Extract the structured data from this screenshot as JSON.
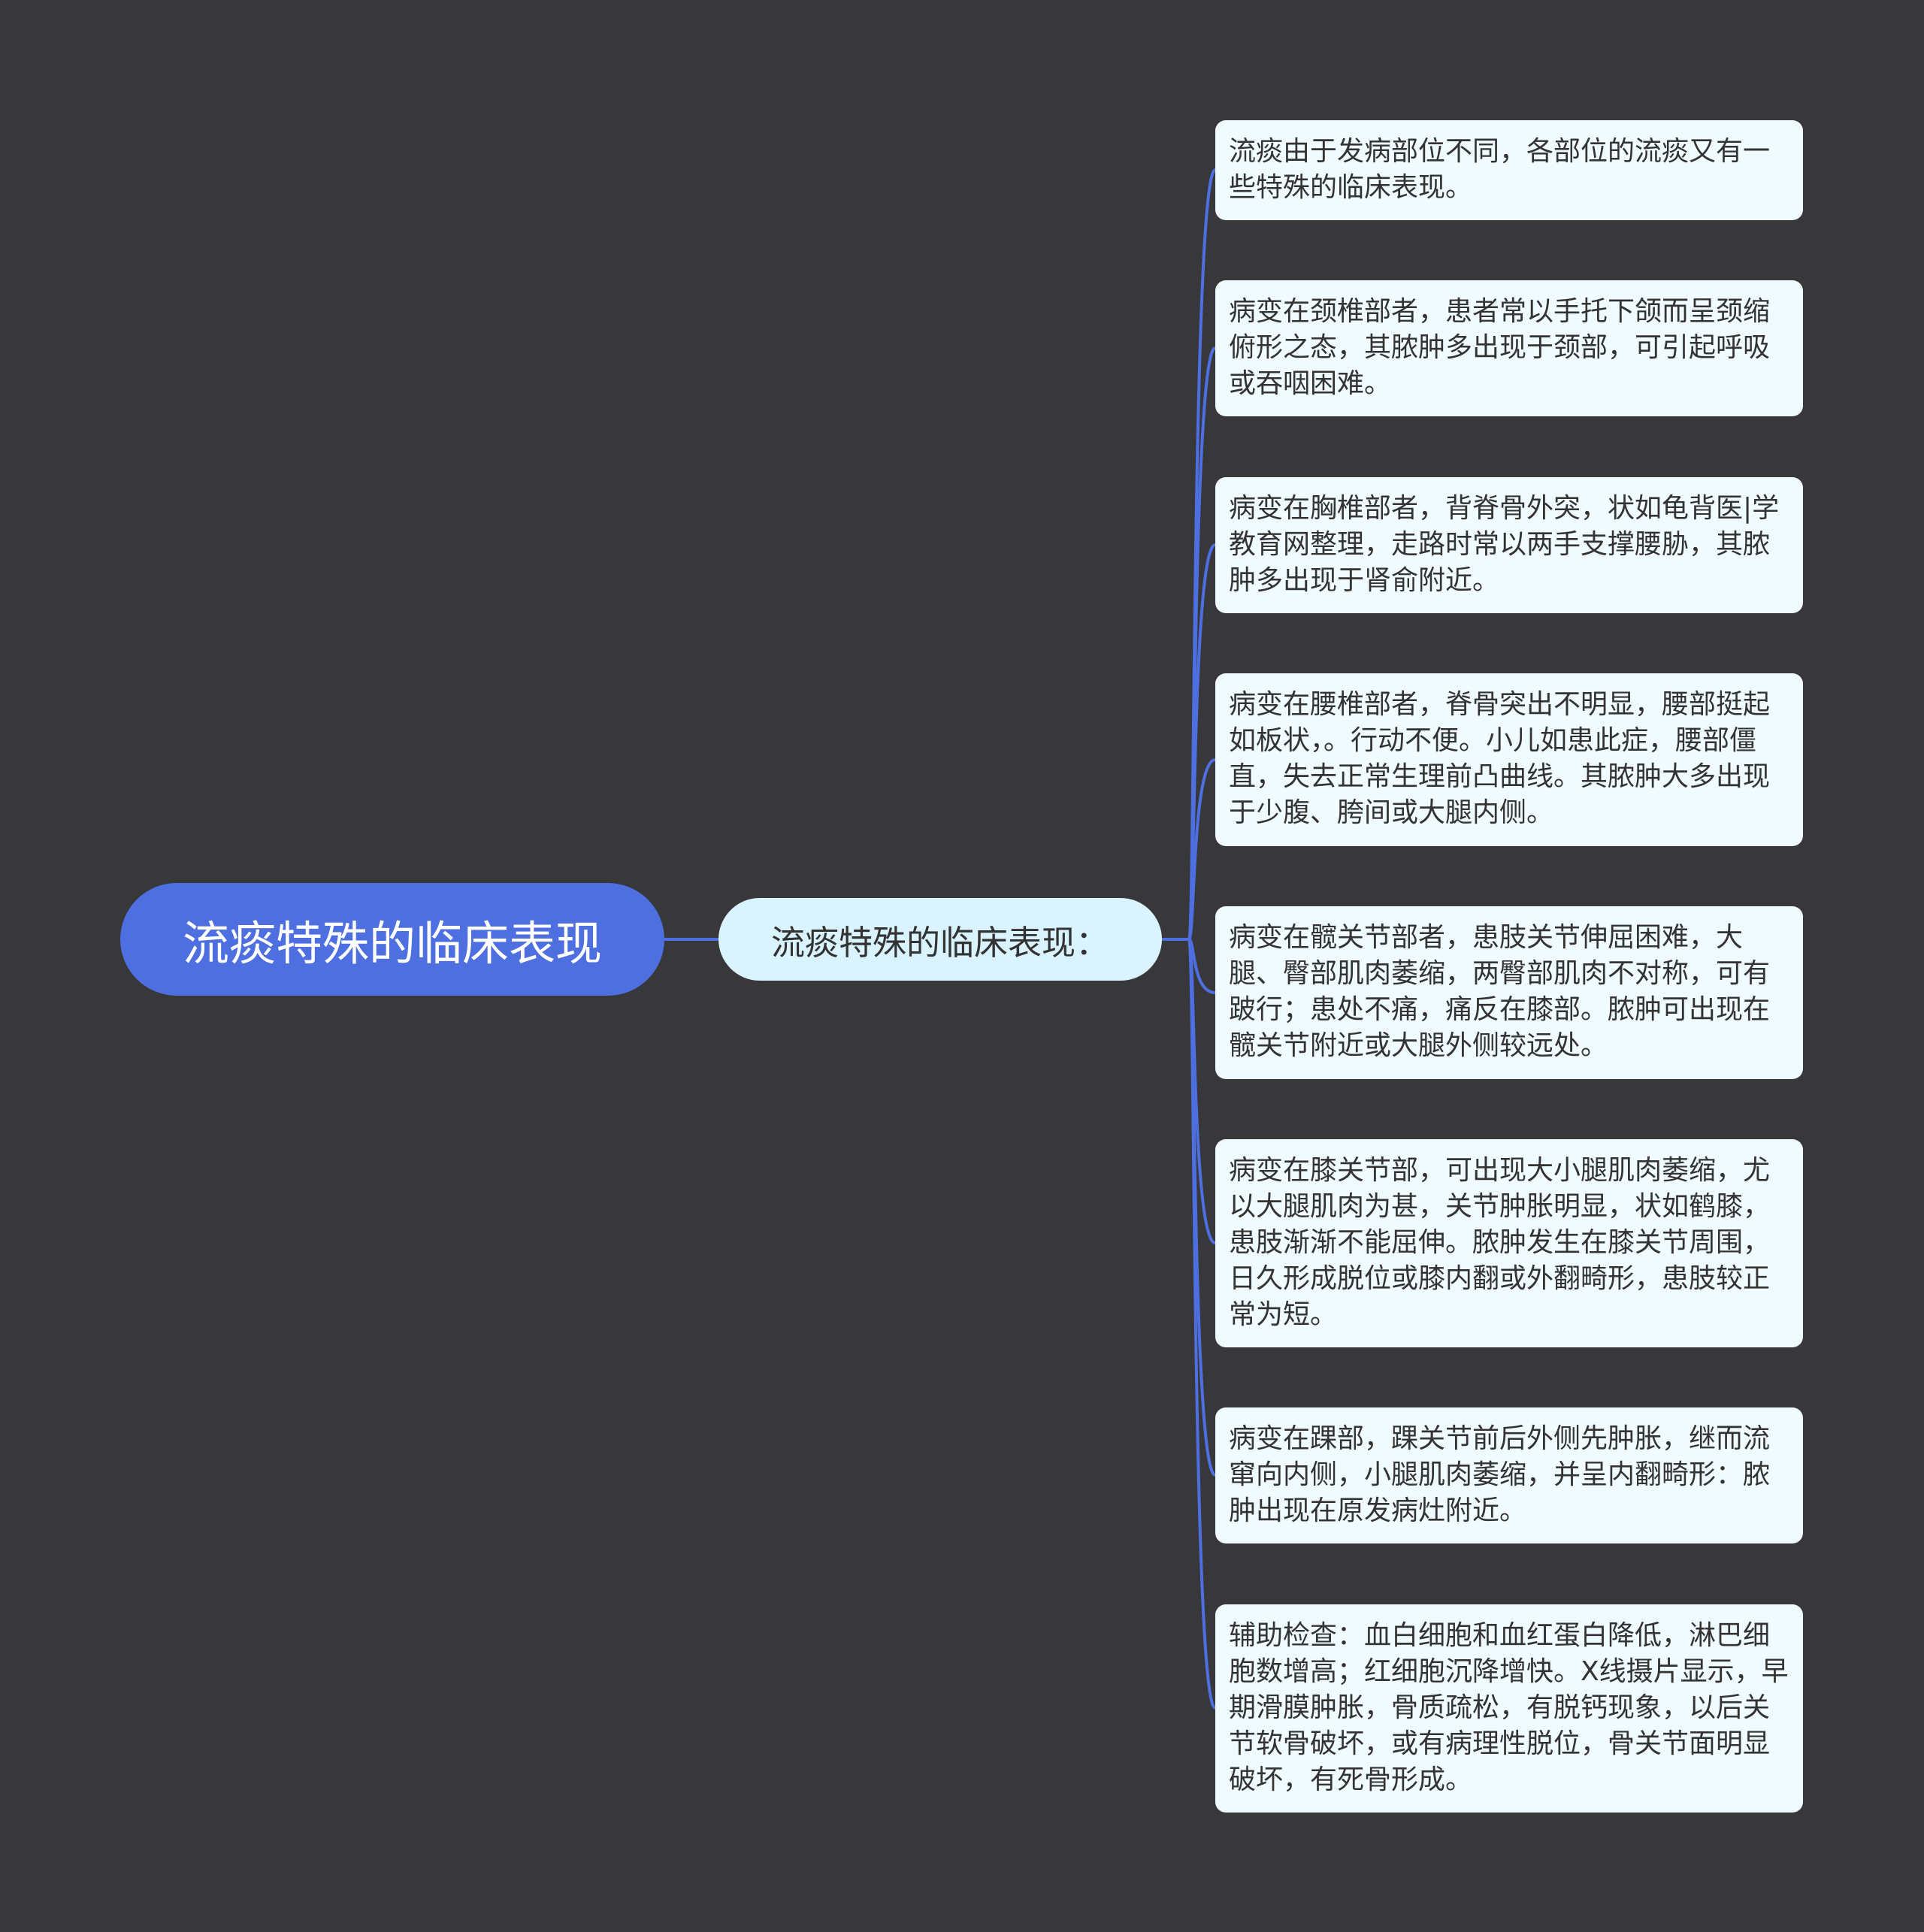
{
  "colors": {
    "background": "#38373a",
    "root_fill": "#4d6fe0",
    "root_text": "#ffffff",
    "sub_fill": "#d9f3ff",
    "leaf_fill": "#f0fbff",
    "line": "#4d6fe0",
    "text": "#333333"
  },
  "root": {
    "label": "流痰特殊的临床表现"
  },
  "subtopic": {
    "label": "流痰特殊的临床表现："
  },
  "leaves": [
    {
      "text": "流痰由于发病部位不同，各部位的流痰又有一些特殊的临床表现。"
    },
    {
      "text": "病变在颈椎部者，患者常以手托下颌而呈颈缩俯形之态，其脓肿多出现于颈部，可引起呼吸或吞咽困难。"
    },
    {
      "text": "病变在胸椎部者，背脊骨外突，状如龟背医|学教育网整理，走路时常以两手支撑腰胁，其脓肿多出现于肾俞附近。"
    },
    {
      "text": "病变在腰椎部者，脊骨突出不明显，腰部挺起如板状，。行动不便。小儿如患此症，腰部僵直，失去正常生理前凸曲线。其脓肿大多出现于少腹、胯间或大腿内侧。"
    },
    {
      "text": "病变在髋关节部者，患肢关节伸屈困难，大腿、臀部肌肉萎缩，两臀部肌肉不对称，可有跛行；患处不痛，痛反在膝部。脓肿可出现在髋关节附近或大腿外侧较远处。"
    },
    {
      "text": "病变在膝关节部，可出现大小腿肌肉萎缩，尤以大腿肌肉为甚，关节肿胀明显，状如鹤膝，患肢渐渐不能屈伸。脓肿发生在膝关节周围，日久形成脱位或膝内翻或外翻畸形，患肢较正常为短。"
    },
    {
      "text": "病变在踝部，踝关节前后外侧先肿胀，继而流窜向内侧，小腿肌肉萎缩，并呈内翻畸形：脓肿出现在原发病灶附近。"
    },
    {
      "text": "辅助检查：血白细胞和血红蛋白降低，淋巴细胞数增高；红细胞沉降增快。X线摄片显示，早期滑膜肿胀，骨质疏松，有脱钙现象，以后关节软骨破坏，或有病理性脱位，骨关节面明显破坏，有死骨形成。"
    }
  ]
}
